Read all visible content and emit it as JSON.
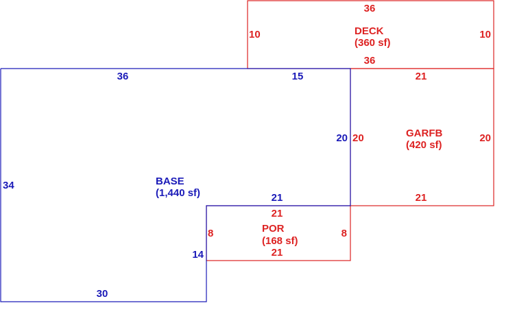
{
  "colors": {
    "base": "#1a1ab8",
    "addition": "#dd2222",
    "background": "#ffffff"
  },
  "areas": {
    "base": {
      "name": "BASE",
      "area": "(1,440 sf)",
      "dims": {
        "top_left": "36",
        "top_right": "15",
        "right": "20",
        "left": "34",
        "inner_top": "21",
        "inner_right": "14",
        "bottom": "30"
      }
    },
    "deck": {
      "name": "DECK",
      "area": "(360 sf)",
      "dims": {
        "top": "36",
        "bottom": "36",
        "left": "10",
        "right": "10"
      }
    },
    "garfb": {
      "name": "GARFB",
      "area": "(420 sf)",
      "dims": {
        "top": "21",
        "bottom": "21",
        "left": "20",
        "right": "20"
      }
    },
    "por": {
      "name": "POR",
      "area": "(168 sf)",
      "dims": {
        "top": "21",
        "bottom": "21",
        "left": "8",
        "right": "8"
      }
    }
  }
}
